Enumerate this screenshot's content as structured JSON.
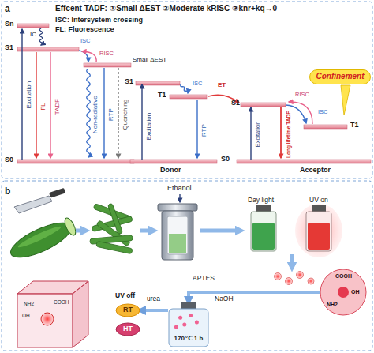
{
  "diagram": {
    "nodes": [
      {
        "text": [
          "Confinement"
        ]
      },
      {
        "text": [
          "COOH",
          "OH",
          "NH2"
        ]
      },
      {
        "text": [
          "170℃ 1 h"
        ]
      },
      {
        "text": [
          "RT"
        ]
      },
      {
        "text": [
          "HT"
        ]
      }
    ],
    "edges": [
      {
        "from": 1,
        "to": 2,
        "arrow": "to"
      },
      {
        "from": 2,
        "to": 3,
        "arrow": "to"
      }
    ],
    "labels": [
      "a",
      "Effcent TADF: ①Small ΔEST ②Moderate kRISC ③knr+kq→0",
      "ISC: Intersystem crossing",
      "FL: Fluorescence",
      "Sn",
      "IC",
      "S1",
      "ISC",
      "RISC",
      "Small ΔEST",
      "Excitation",
      "FL",
      "TADF",
      "Non-radiative",
      "RTP",
      "Quenching",
      "S0",
      "S1",
      "ISC",
      "T1",
      "Excitation",
      "RTP",
      "Donor",
      "ET",
      "S0",
      "S1",
      "ISC",
      "RISC",
      "T1",
      "Excitation",
      "Long lifetime TADF",
      "Acceptor",
      "b",
      "Ethanol",
      "Day light",
      "UV on",
      "APTES",
      "urea",
      "NaOH",
      "UV off",
      "NH2",
      "OH",
      "COOH"
    ]
  }
}
